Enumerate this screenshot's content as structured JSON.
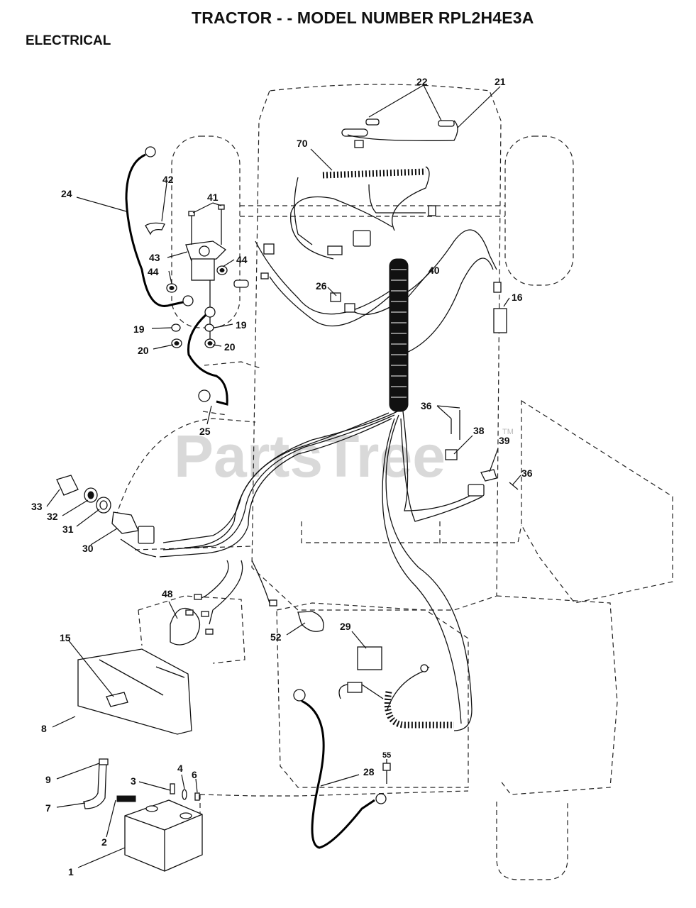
{
  "header": {
    "title": "TRACTOR - - MODEL NUMBER RPL2H4E3A",
    "section": "ELECTRICAL"
  },
  "watermark": {
    "text": "PartsTree",
    "tm": "TM"
  },
  "callouts": {
    "c1": "1",
    "c2": "2",
    "c3": "3",
    "c4": "4",
    "c6": "6",
    "c7": "7",
    "c8": "8",
    "c9": "9",
    "c15": "15",
    "c16": "16",
    "c19a": "19",
    "c19b": "19",
    "c20a": "20",
    "c20b": "20",
    "c21": "21",
    "c22": "22",
    "c24": "24",
    "c25": "25",
    "c26": "26",
    "c28": "28",
    "c29": "29",
    "c30": "30",
    "c31": "31",
    "c32": "32",
    "c33": "33",
    "c36a": "36",
    "c36b": "36",
    "c38": "38",
    "c39": "39",
    "c40": "40",
    "c41": "41",
    "c42": "42",
    "c43": "43",
    "c44a": "44",
    "c44b": "44",
    "c48": "48",
    "c52": "52",
    "c55": "55",
    "c70": "70"
  }
}
